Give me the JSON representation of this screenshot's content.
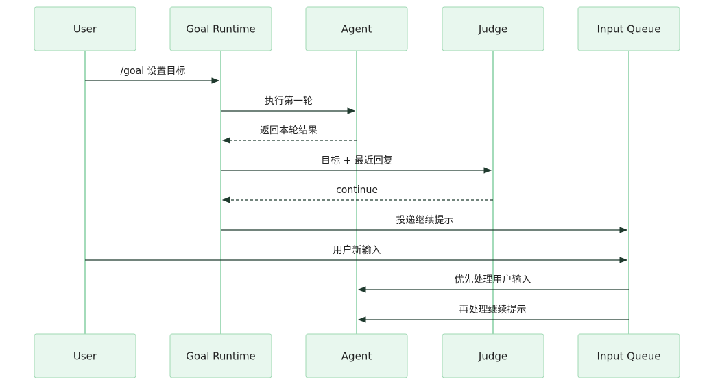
{
  "colors": {
    "actor_fill": "#e8f7ee",
    "actor_border": "#9fd8b3",
    "lifeline": "#86cfa4",
    "arrow": "#1f3a2e",
    "text": "#222222"
  },
  "participants": [
    {
      "id": "user",
      "label": "User"
    },
    {
      "id": "goal-runtime",
      "label": "Goal Runtime"
    },
    {
      "id": "agent",
      "label": "Agent"
    },
    {
      "id": "judge",
      "label": "Judge"
    },
    {
      "id": "input-queue",
      "label": "Input Queue"
    }
  ],
  "messages": [
    {
      "from": 0,
      "to": 1,
      "label": "/goal 设置目标",
      "style": "solid"
    },
    {
      "from": 1,
      "to": 2,
      "label": "执行第一轮",
      "style": "solid"
    },
    {
      "from": 2,
      "to": 1,
      "label": "返回本轮结果",
      "style": "dashed"
    },
    {
      "from": 1,
      "to": 3,
      "label": "目标 + 最近回复",
      "style": "solid"
    },
    {
      "from": 3,
      "to": 1,
      "label": "continue",
      "style": "dashed"
    },
    {
      "from": 1,
      "to": 4,
      "label": "投递继续提示",
      "style": "solid"
    },
    {
      "from": 0,
      "to": 4,
      "label": "用户新输入",
      "style": "solid"
    },
    {
      "from": 4,
      "to": 2,
      "label": "优先处理用户输入",
      "style": "solid"
    },
    {
      "from": 4,
      "to": 2,
      "label": "再处理继续提示",
      "style": "solid"
    }
  ]
}
